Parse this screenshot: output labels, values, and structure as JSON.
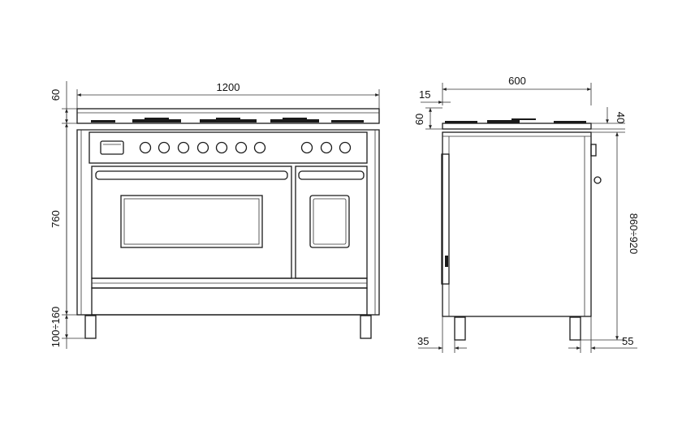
{
  "front": {
    "width_label": "1200",
    "hob_height_label": "60",
    "body_height_label": "760",
    "legs_label": "100÷160"
  },
  "side": {
    "depth_label": "600",
    "top_offset_label": "15",
    "hob_height_label": "60",
    "rear_label": "40",
    "total_height_label": "860÷920",
    "front_foot_label": "35",
    "rear_foot_label": "55"
  }
}
